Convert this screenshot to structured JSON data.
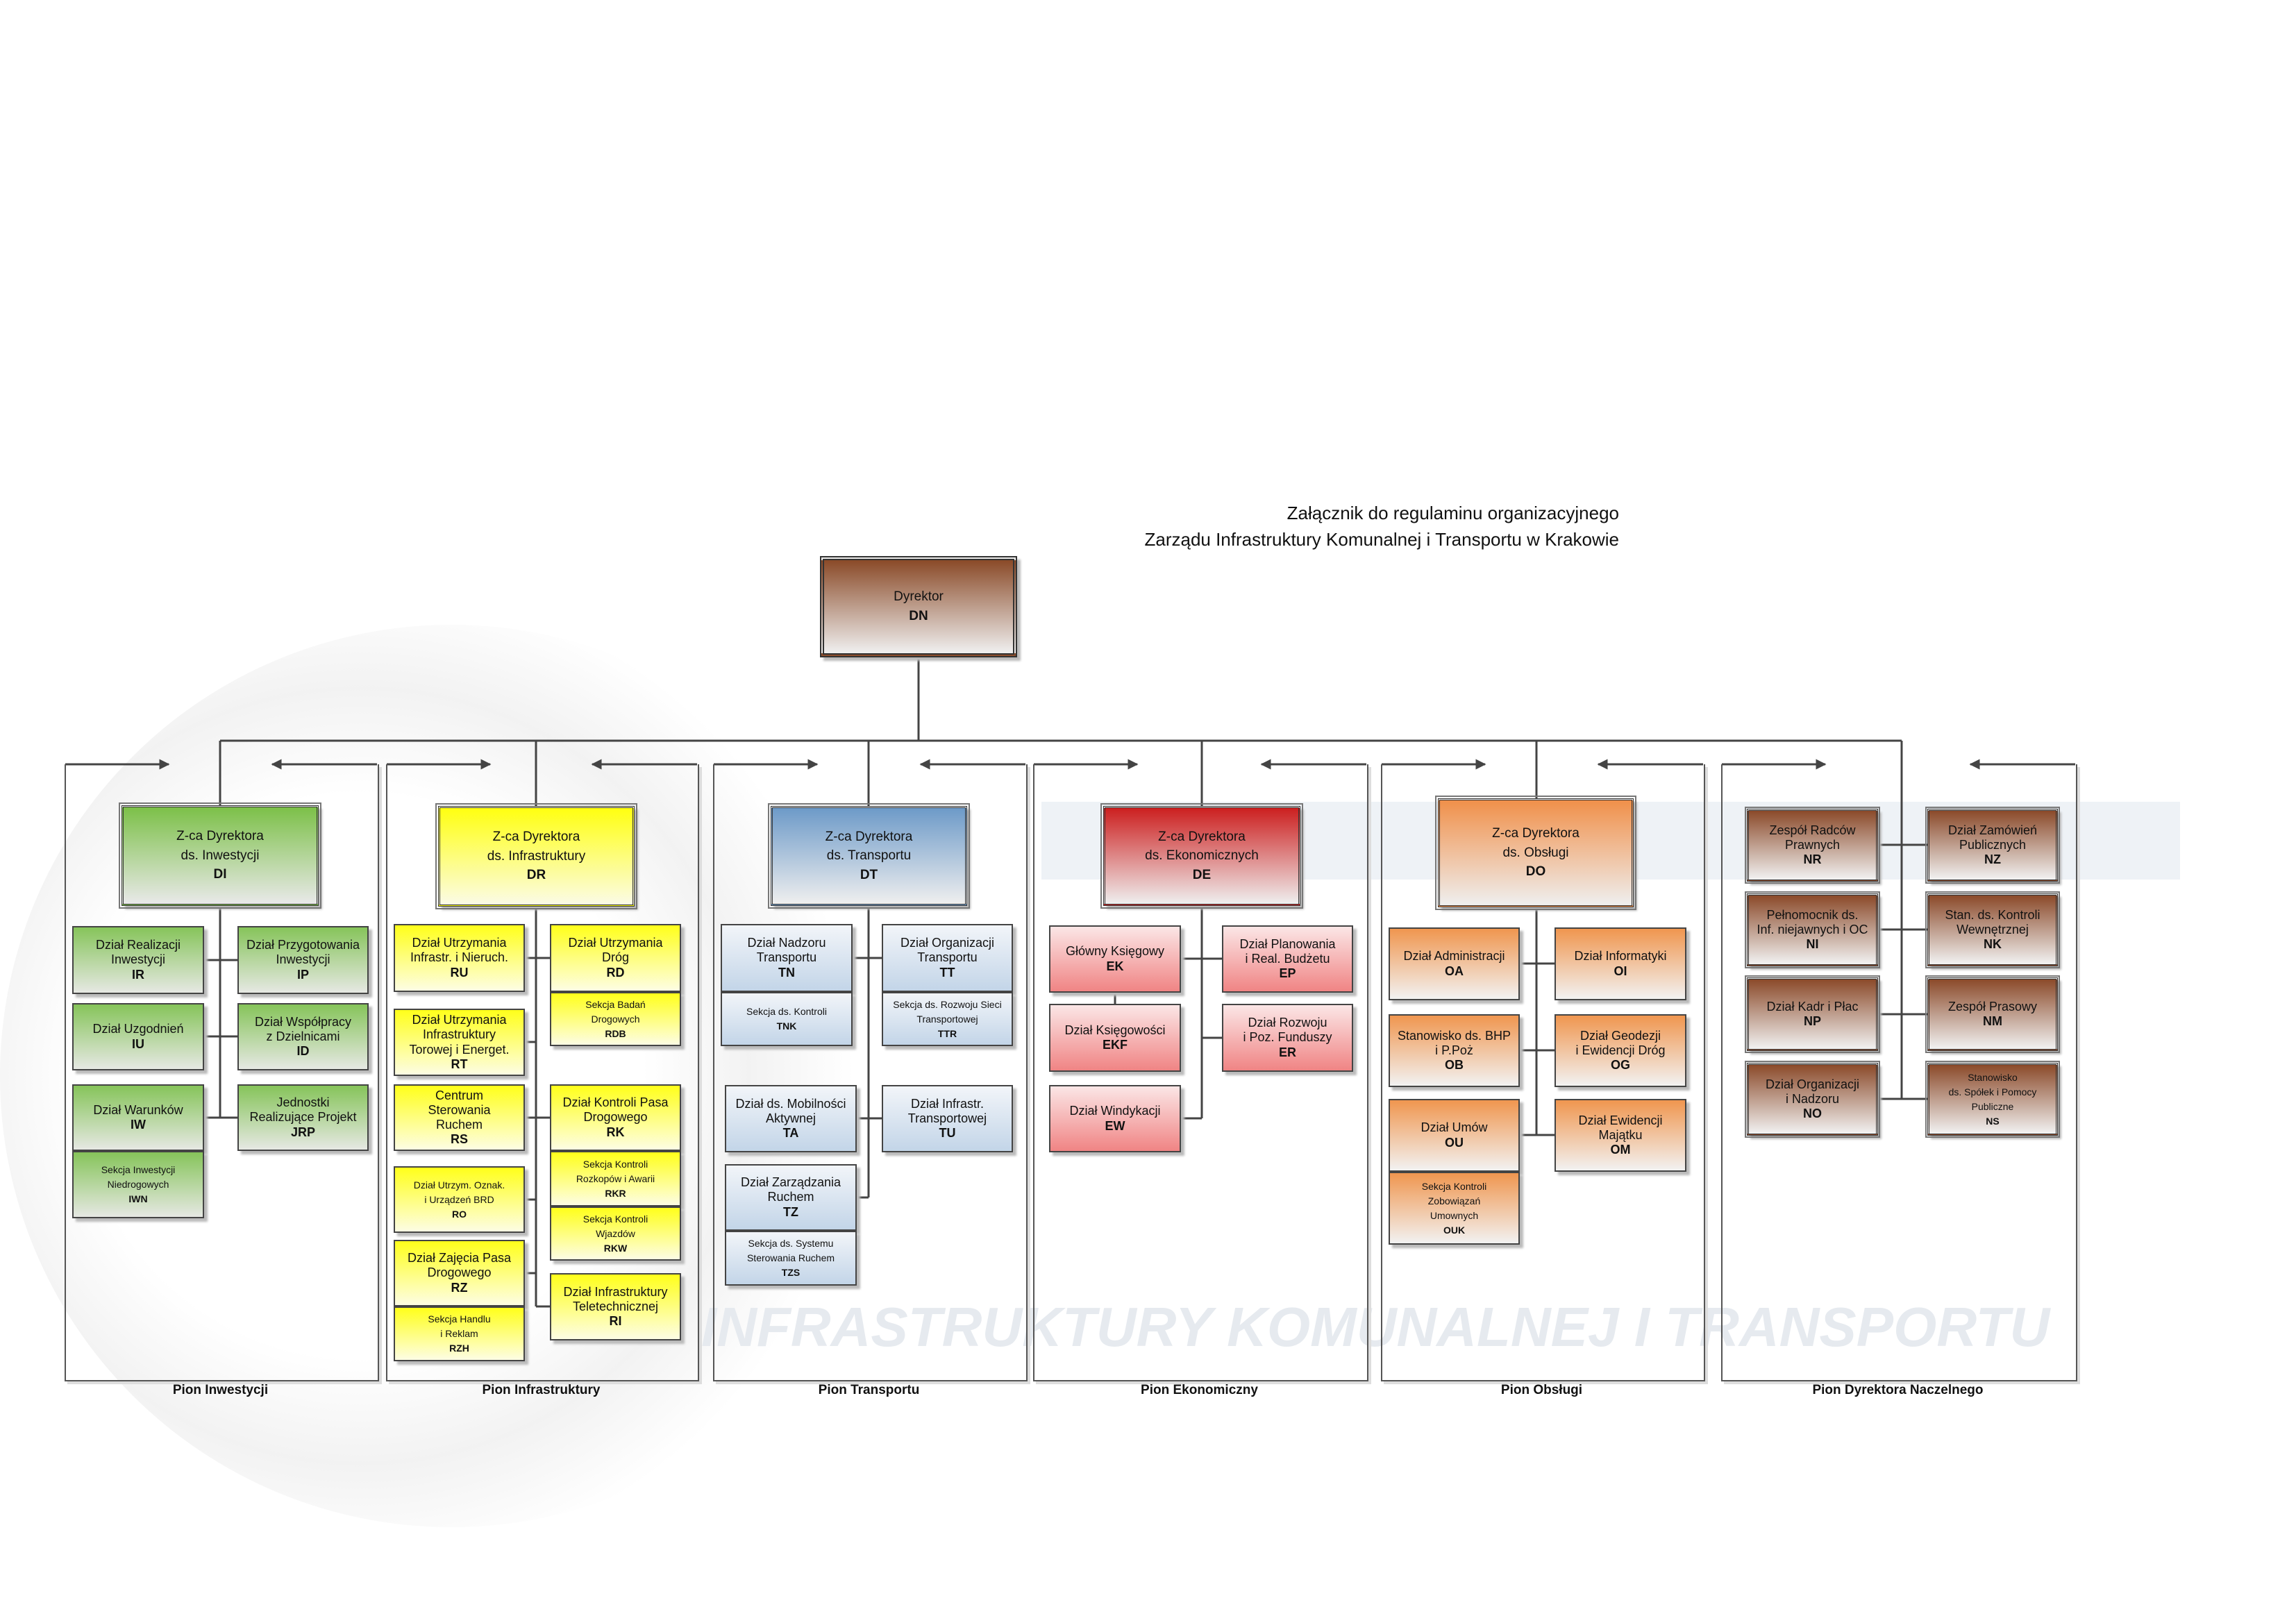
{
  "header": {
    "line1": "Załącznik do regulaminu organizacyjnego",
    "line2": "Zarządu Infrastruktury Komunalnej i Transportu w Krakowie"
  },
  "director": {
    "title": "Dyrektor",
    "code": "DN",
    "color": "#8a4a28"
  },
  "watermark": {
    "text": "INFRASTRUKTURY KOMUNALNEJ I TRANSPORTU"
  },
  "divisions": [
    {
      "label": "Pion Inwestycji",
      "color": "#7cc048",
      "units": [
        {
          "name": "Z-ca Dyrektora\nds. Inwestycji",
          "code": "DI"
        },
        {
          "name": "Dział Realizacji\nInwestycji",
          "code": "IR"
        },
        {
          "name": "Dział Przygotowania\nInwestycji",
          "code": "IP"
        },
        {
          "name": "Dział Uzgodnień",
          "code": "IU"
        },
        {
          "name": "Dział Współpracy\nz Dzielnicami",
          "code": "ID"
        },
        {
          "name": "Dział Warunków",
          "code": "IW"
        },
        {
          "name": "Sekcja Inwestycji\nNiedrogowych",
          "code": "IWN"
        },
        {
          "name": "Jednostki\nRealizujące Projekt",
          "code": "JRP"
        }
      ]
    },
    {
      "label": "Pion Infrastruktury",
      "color": "#ffff00",
      "units": [
        {
          "name": "Z-ca Dyrektora\nds. Infrastruktury",
          "code": "DR"
        },
        {
          "name": "Dział Utrzymania\nInfrastr. i Nieruch.",
          "code": "RU"
        },
        {
          "name": "Dział Utrzymania\nDróg",
          "code": "RD"
        },
        {
          "name": "Sekcja Badań\nDrogowych",
          "code": "RDB"
        },
        {
          "name": "Dział Utrzymania\nInfrastruktury\nTorowej i Energet.",
          "code": "RT"
        },
        {
          "name": "Centrum\nSterowania\nRuchem",
          "code": "RS"
        },
        {
          "name": "Dział Kontroli Pasa\nDrogowego",
          "code": "RK"
        },
        {
          "name": "Sekcja Kontroli\nRozkopów i Awarii",
          "code": "RKR"
        },
        {
          "name": "Sekcja Kontroli\nWjazdów",
          "code": "RKW"
        },
        {
          "name": "Dział Utrzym. Oznak.\ni Urządzeń BRD",
          "code": "RO"
        },
        {
          "name": "Dział Zajęcia Pasa\nDrogowego",
          "code": "RZ"
        },
        {
          "name": "Sekcja Handlu\ni Reklam",
          "code": "RZH"
        },
        {
          "name": "Dział Infrastruktury\nTeletechnicznej",
          "code": "RI"
        }
      ]
    },
    {
      "label": "Pion Transportu",
      "color": "#6d9ac8",
      "units": [
        {
          "name": "Z-ca Dyrektora\nds. Transportu",
          "code": "DT"
        },
        {
          "name": "Dział Nadzoru\nTransportu",
          "code": "TN"
        },
        {
          "name": "Sekcja ds. Kontroli",
          "code": "TNK"
        },
        {
          "name": "Dział Organizacji\nTransportu",
          "code": "TT"
        },
        {
          "name": "Sekcja ds. Rozwoju Sieci\nTransportowej",
          "code": "TTR"
        },
        {
          "name": "Dział ds. Mobilności\nAktywnej",
          "code": "TA"
        },
        {
          "name": "Dział Infrastr.\nTransportowej",
          "code": "TU"
        },
        {
          "name": "Dział Zarządzania\nRuchem",
          "code": "TZ"
        },
        {
          "name": "Sekcja ds. Systemu\nSterowania Ruchem",
          "code": "TZS"
        }
      ]
    },
    {
      "label": "Pion Ekonomiczny",
      "color": "#cc1f1f",
      "units": [
        {
          "name": "Z-ca Dyrektora\nds. Ekonomicznych",
          "code": "DE"
        },
        {
          "name": "Główny Księgowy",
          "code": "EK"
        },
        {
          "name": "Dział Księgowości",
          "code": "EKF"
        },
        {
          "name": "Dział Windykacji",
          "code": "EW"
        },
        {
          "name": "Dział Planowania\ni Real. Budżetu",
          "code": "EP"
        },
        {
          "name": "Dział Rozwoju\ni Poz. Funduszy",
          "code": "ER"
        }
      ]
    },
    {
      "label": "Pion Obsługi",
      "color": "#f0904a",
      "units": [
        {
          "name": "Z-ca Dyrektora\nds. Obsługi",
          "code": "DO"
        },
        {
          "name": "Dział Administracji",
          "code": "OA"
        },
        {
          "name": "Dział Informatyki",
          "code": "OI"
        },
        {
          "name": "Stanowisko ds. BHP\ni P.Poż",
          "code": "OB"
        },
        {
          "name": "Dział Geodezji\ni Ewidencji Dróg",
          "code": "OG"
        },
        {
          "name": "Dział Umów",
          "code": "OU"
        },
        {
          "name": "Sekcja Kontroli\nZobowiązań\nUmownych",
          "code": "OUK"
        },
        {
          "name": "Dział Ewidencji\nMajątku",
          "code": "OM"
        }
      ]
    },
    {
      "label": "Pion Dyrektora Naczelnego",
      "color": "#8b4a2a",
      "units": [
        {
          "name": "Zespół Radców\nPrawnych",
          "code": "NR"
        },
        {
          "name": "Dział Zamówień\nPublicznych",
          "code": "NZ"
        },
        {
          "name": "Pełnomocnik ds.\nInf. niejawnych i OC",
          "code": "NI"
        },
        {
          "name": "Stan. ds. Kontroli\nWewnętrznej",
          "code": "NK"
        },
        {
          "name": "Dział Kadr i Płac",
          "code": "NP"
        },
        {
          "name": "Zespół Prasowy",
          "code": "NM"
        },
        {
          "name": "Dział Organizacji\ni Nadzoru",
          "code": "NO"
        },
        {
          "name": "Stanowisko\nds. Spółek i Pomocy\nPubliczne",
          "code": "NS"
        }
      ]
    }
  ]
}
